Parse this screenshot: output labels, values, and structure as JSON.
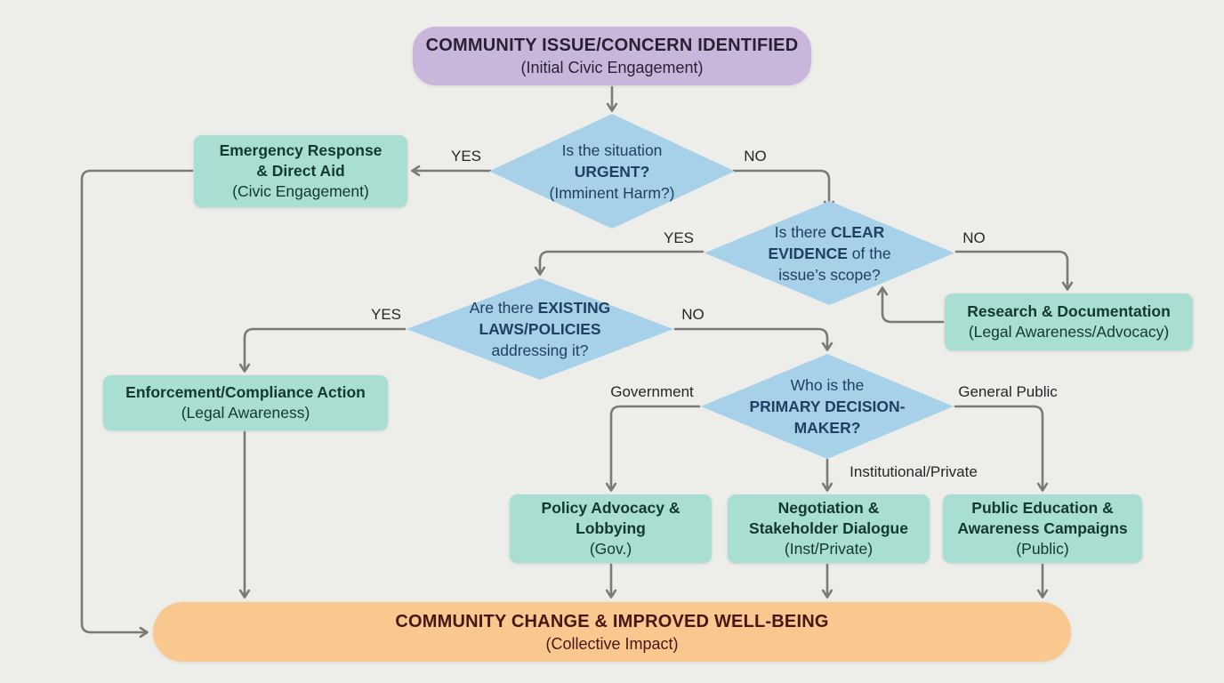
{
  "nodes": {
    "community_issue": {
      "title": "COMMUNITY ISSUE/CONCERN IDENTIFIED",
      "subtitle": "(Initial Civic Engagement)"
    },
    "urgent": {
      "line1": "Is the situation",
      "line2": "URGENT?",
      "line3": "(Imminent Harm?)"
    },
    "emergency": {
      "line1": "Emergency Response",
      "line2": "& Direct Aid",
      "line3": "(Civic Engagement)"
    },
    "evidence": {
      "line1_a": "Is there ",
      "line1_b": "CLEAR",
      "line2_a": "EVIDENCE",
      "line2_b": " of the",
      "line3": "issue’s scope?"
    },
    "research": {
      "line1": "Research & Documentation",
      "line2": "(Legal Awareness/Advocacy)"
    },
    "laws": {
      "line1_a": "Are there ",
      "line1_b": "EXISTING",
      "line2": "LAWS/POLICIES",
      "line3": "addressing it?"
    },
    "enforcement": {
      "line1": "Enforcement/Compliance Action",
      "line2": "(Legal Awareness)"
    },
    "decision_maker": {
      "line1": "Who is the",
      "line2": "PRIMARY DECISION-",
      "line3": "MAKER?"
    },
    "policy": {
      "line1": "Policy Advocacy &",
      "line2": "Lobbying",
      "line3": "(Gov.)"
    },
    "negotiation": {
      "line1": "Negotiation &",
      "line2": "Stakeholder Dialogue",
      "line3": "(Inst/Private)"
    },
    "public_education": {
      "line1": "Public Education &",
      "line2": "Awareness Campaigns",
      "line3": "(Public)"
    },
    "outcome": {
      "title": "COMMUNITY CHANGE & IMPROVED WELL-BEING",
      "subtitle": "(Collective Impact)"
    }
  },
  "edge_labels": {
    "urgent_yes": "YES",
    "urgent_no": "NO",
    "evidence_yes": "YES",
    "evidence_no": "NO",
    "laws_yes": "YES",
    "laws_no": "NO",
    "dm_government": "Government",
    "dm_institutional": "Institutional/Private",
    "dm_public": "General Public"
  },
  "colors": {
    "background": "#edeeea",
    "start_node_fill": "#c9b7db",
    "decision_node_fill": "#a6d1e8",
    "action_node_fill": "#a9ded2",
    "outcome_node_fill": "#f8c88f",
    "connector": "#7a7a76",
    "decision_text": "#1f3f63",
    "action_text": "#123833",
    "outcome_text": "#471616"
  }
}
